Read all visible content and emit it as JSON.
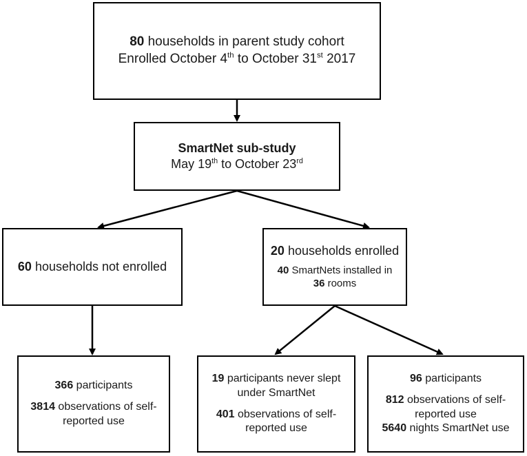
{
  "boxes": {
    "parent": {
      "count": "80",
      "text": "households in parent study cohort",
      "enrolled_prefix": "Enrolled October 4",
      "sup1": "th",
      "enrolled_mid": " to October 31",
      "sup2": "st",
      "enrolled_suffix": " 2017"
    },
    "substudy": {
      "title": "SmartNet sub-study",
      "dates_prefix": "May 19",
      "sup1": "th",
      "dates_mid": " to October 23",
      "sup2": "rd"
    },
    "not_enrolled": {
      "count": "60",
      "text": " households not enrolled"
    },
    "enrolled": {
      "count": "20",
      "text": " households enrolled",
      "nets_count": "40",
      "nets_text": " SmartNets installed in",
      "rooms_count": "36",
      "rooms_text": " rooms"
    },
    "left_result": {
      "participants_count": "366",
      "participants_text": " participants",
      "obs_count": "3814",
      "obs_text": " observations of self-",
      "obs_text2": "reported use"
    },
    "mid_result": {
      "participants_count": "19",
      "participants_text": " participants never slept",
      "participants_text2": "under SmartNet",
      "obs_count": "401",
      "obs_text": " observations of self-",
      "obs_text2": "reported use"
    },
    "right_result": {
      "participants_count": "96",
      "participants_text": " participants",
      "obs_count": "812",
      "obs_text": " observations of self-",
      "obs_text2": "reported use",
      "nights_count": "5640",
      "nights_text": " nights SmartNet use"
    }
  }
}
